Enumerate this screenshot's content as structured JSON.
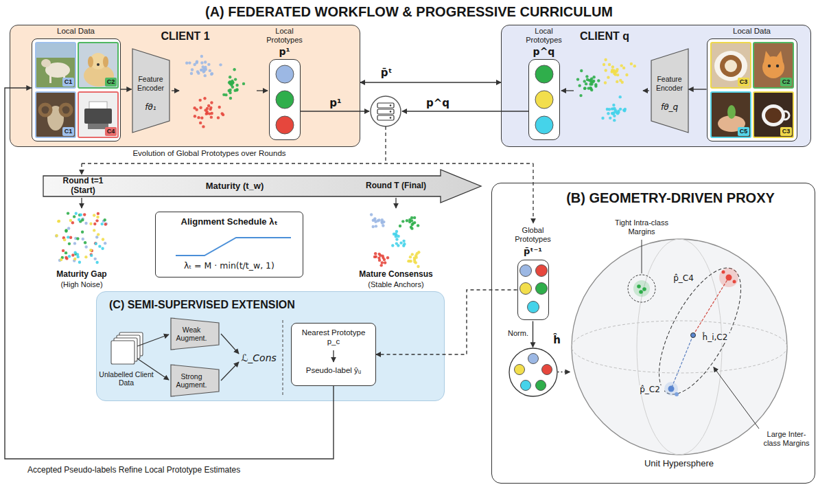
{
  "diagram": {
    "title": "(A) FEDERATED WORKFLOW & PROGRESSIVE CURRICULUM",
    "nodes": [
      {
        "text": [
          "CLIENT 1"
        ]
      },
      {
        "text": [
          "Local Data"
        ],
        "in": 0
      },
      {
        "text": [
          "Feature Encoder",
          "fθ₁"
        ],
        "in": 0
      },
      {
        "text": [
          "Local Prototypes",
          "p¹"
        ],
        "in": 0
      },
      {
        "text": [
          "CLIENT q"
        ]
      },
      {
        "text": [
          "Local Prototypes",
          "p^q"
        ],
        "in": 4
      },
      {
        "text": [
          "Feature Encoder",
          "fθ_q"
        ],
        "in": 4
      },
      {
        "text": [
          "Local Data"
        ],
        "in": 4
      },
      {
        "text": [
          "Round t=1 (Start)",
          "Maturity (t_w)",
          "Round T (Final)"
        ]
      },
      {
        "text": [
          "Alignment Schedule λₜ",
          "λₜ = M · min(t/t_w, 1)"
        ]
      },
      {
        "text": [
          "(B) GEOMETRY-DRIVEN PROXY"
        ]
      },
      {
        "text": [
          "Global Prototypes",
          "p̄ᵗ⁻¹"
        ],
        "in": 10
      },
      {
        "text": [
          "ĥ"
        ],
        "in": 10
      },
      {
        "text": [
          "Unit Hypersphere"
        ],
        "in": 10
      },
      {
        "text": [
          "(C) SEMI-SUPERVISED EXTENSION"
        ]
      },
      {
        "text": [
          "Weak Augment."
        ],
        "in": 14
      },
      {
        "text": [
          "Strong Augment."
        ],
        "in": 14
      },
      {
        "text": [
          "Nearest Prototype p_c",
          "Pseudo-label ŷᵤ"
        ],
        "in": 14
      }
    ],
    "edges": [
      {
        "from": 0,
        "to": 4,
        "arrow": "both",
        "label": "p̄ᵗ"
      },
      {
        "from": 1,
        "to": 2,
        "arrow": "to"
      },
      {
        "from": 7,
        "to": 6,
        "arrow": "to"
      },
      {
        "from": 17,
        "to": 1,
        "arrow": "to"
      },
      {
        "from": 11,
        "to": 12,
        "arrow": "to",
        "label": "Norm."
      },
      {
        "from": 12,
        "to": 13,
        "arrow": "to"
      },
      {
        "from": 11,
        "to": 17,
        "arrow": "to"
      }
    ],
    "labels": [
      "C1",
      "C2",
      "C1",
      "C4",
      "p¹",
      "p^q",
      "C3",
      "C2",
      "C5",
      "C3",
      "Evolution of Global Prototypes over Rounds",
      "Maturity Gap",
      "(High Noise)",
      "Mature Consensus",
      "(Stable Anchors)",
      "Tight Intra-class Margins",
      "p̂_C4",
      "ĥ_i,C2",
      "p̂_C2",
      "Large Inter-class Margins",
      "Unlabelled Client Data",
      "ℒ_Cons",
      "Accepted Pseudo-labels Refine Local Prototype Estimates"
    ]
  }
}
